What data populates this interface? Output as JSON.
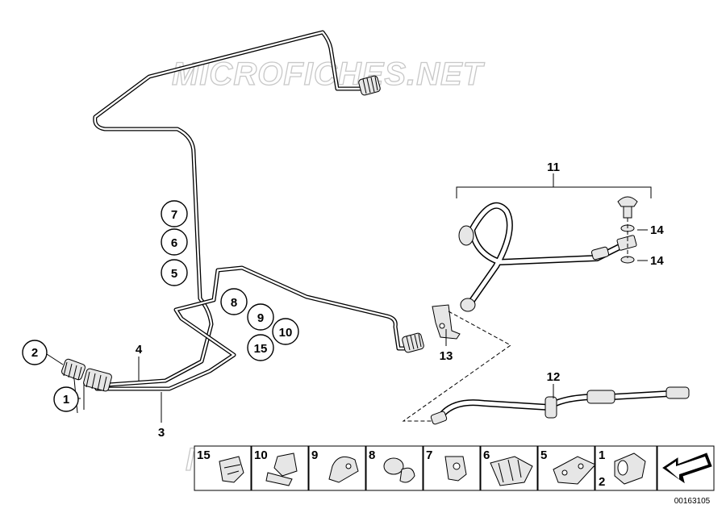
{
  "watermark": "MICROFICHES.NET",
  "drawing_number": "00163105",
  "callouts": {
    "c1": "1",
    "c2": "2",
    "c3": "3",
    "c4": "4",
    "c5": "5",
    "c6": "6",
    "c7": "7",
    "c8": "8",
    "c9": "9",
    "c10": "10",
    "c11": "11",
    "c12": "12",
    "c13": "13",
    "c14a": "14",
    "c14b": "14",
    "c15": "15"
  },
  "legend": {
    "cells": [
      "15",
      "10",
      "9",
      "8",
      "7",
      "6",
      "5",
      "1",
      "2"
    ]
  },
  "icons": {
    "direction_arrow": "arrow-down-left-icon"
  }
}
